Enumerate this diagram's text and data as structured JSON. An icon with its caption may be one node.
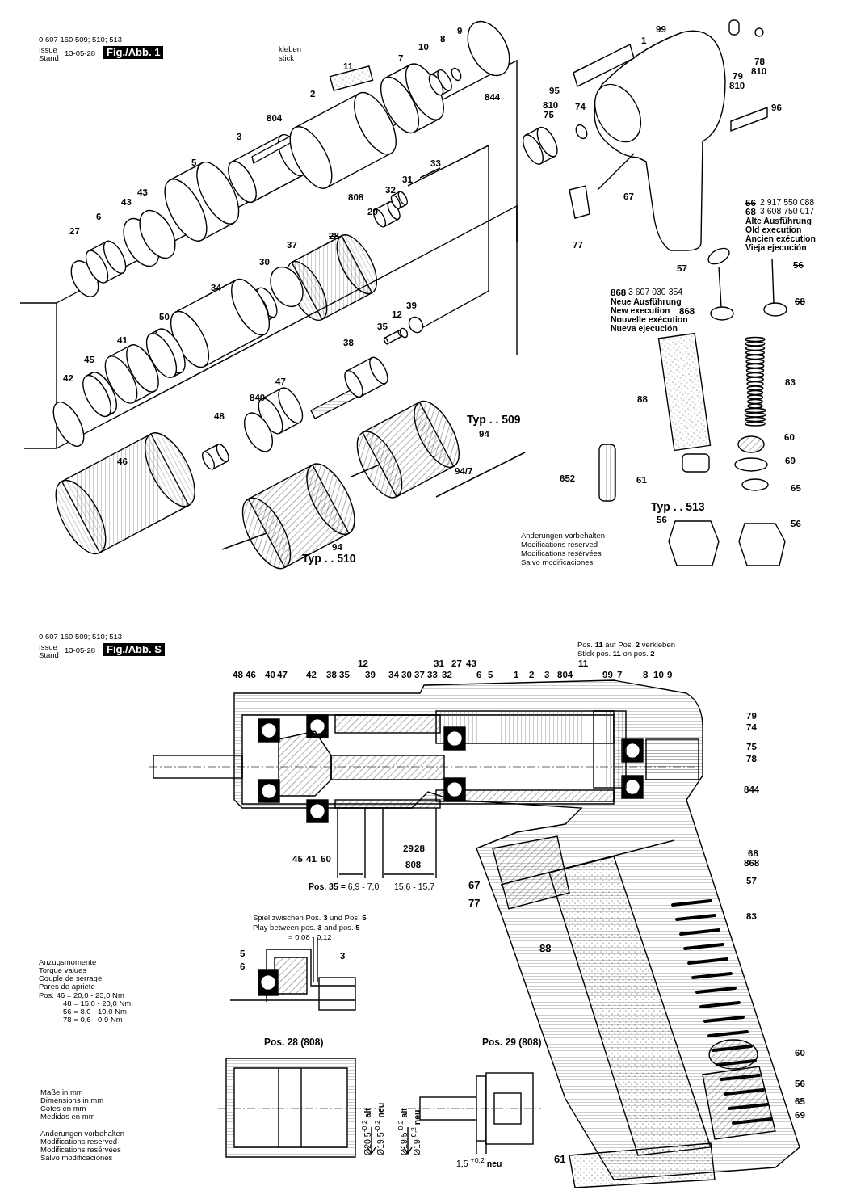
{
  "diagram": {
    "labels": [
      "0 607 160 509; 510; 513",
      "Issue",
      "Stand",
      "13-05-28",
      "Fig./Abb. 1",
      "kleben",
      "stick",
      "9",
      "99",
      "8",
      "10",
      "1",
      "7",
      "11",
      "78",
      "810",
      "79",
      "810",
      "95",
      "844",
      "2",
      "810",
      "75",
      "74",
      "96",
      "804",
      "3",
      "5",
      "33",
      "31",
      "43",
      "32",
      "808",
      "43",
      "67",
      "56",
      "2 917 550 088",
      "68",
      "3 608 750 017",
      "Alte Ausführung",
      "Old execution",
      "Ancien exécution",
      "Vieja ejecución",
      "29",
      "6",
      "27",
      "28",
      "37",
      "77",
      "30",
      "57",
      "56",
      "34",
      "868",
      "3 607 030 354",
      "Neue Ausführung",
      "New execution",
      "Nouvelle exécution",
      "Nueva ejecución",
      "868",
      "68",
      "39",
      "50",
      "12",
      "35",
      "41",
      "38",
      "45",
      "42",
      "47",
      "83",
      "840",
      "88",
      "48",
      "Typ . . 509",
      "94",
      "60",
      "46",
      "69",
      "94/7",
      "652",
      "61",
      "65",
      "Typ . . 513",
      "56",
      "56",
      "Änderungen vorbehalten",
      "Modifications reserved",
      "Modifications resérvées",
      "Salvo modificaciones",
      "94",
      "Typ . . 510",
      "0 607 160 509; 510; 513",
      "Issue",
      "Stand",
      "13-05-28",
      "Fig./Abb. S",
      "Pos. **11** auf Pos. **2** verkleben",
      "Stick pos. **11** on pos. **2**",
      "12",
      "31",
      "27",
      "43",
      "11",
      "48",
      "46",
      "40",
      "47",
      "42",
      "38",
      "35",
      "39",
      "34",
      "30",
      "37",
      "33",
      "32",
      "6",
      "5",
      "1",
      "2",
      "3",
      "804",
      "99",
      "7",
      "8",
      "10",
      "9",
      "79",
      "74",
      "75",
      "78",
      "844",
      "68",
      "868",
      "57",
      "45",
      "41",
      "50",
      "29",
      "28",
      "808",
      "**Pos. 35** = 6,9 - 7,0",
      "15,6 - 15,7",
      "67",
      "77",
      "Spiel zwischen Pos. **3** und Pos. **5**",
      "83",
      "Play between pos. **3** and pos. **5**",
      "= 0,08 - 0,12",
      "88",
      "5",
      "6",
      "3",
      "Anzugsmomente",
      "Torque values",
      "Couple de serrage",
      "Pares de apriete",
      "Pos. 46 = 20,0 - 23,0 Nm",
      "48 = 15,0 - 20,0 Nm",
      "56 = 8,0 - 10,0 Nm",
      "78 = 0,6 - 0,9 Nm",
      "Pos. 28 (808)",
      "Pos. 29 (808)",
      "60",
      "56",
      "65",
      "69",
      "Maße in mm",
      "Dimensions in mm",
      "Cotes en mm",
      "Medidas en mm",
      "Ø20,5$^{-0,2}$ **alt**",
      "Ø19,5$^{-0,2}$ **neu**",
      "Ø19,5$^{-0,2}$ **alt**",
      "Ø19$^{-0,2}$ **neu**",
      "Änderungen vorbehalten",
      "Modifications reserved",
      "Modifications resérvées",
      "Salvo modificaciones",
      "61",
      "1,5 $^{+0,2}$ **neu**"
    ]
  }
}
